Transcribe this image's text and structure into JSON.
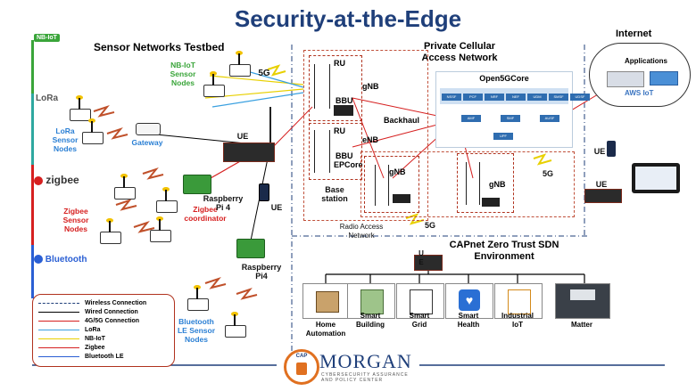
{
  "title": "Security-at-the-Edge",
  "headers": {
    "sensor_testbed": "Sensor Networks Testbed",
    "private_cellular": "Private Cellular\nAccess Network",
    "internet": "Internet",
    "zero_trust": "CAPnet Zero Trust SDN\nEnvironment"
  },
  "protocol_tags": {
    "nbiot": "NB-IoT",
    "lora": "LoRa",
    "zigbee": "zigbee",
    "bluetooth": "Bluetooth"
  },
  "labels": {
    "nbiot_nodes": "NB-IoT\nSensor\nNodes",
    "lora_nodes": "LoRa\nSensor\nNodes",
    "gateway": "Gateway",
    "zigbee_nodes": "Zigbee\nSensor\nNodes",
    "zigbee_coordinator": "Zigbee\ncoordinator",
    "rpi4_a": "Raspberry\nPi 4",
    "rpi4_b": "Raspberry\nPi4",
    "ble_nodes": "Bluetooth\nLE Sensor\nNodes",
    "ue_main": "UE",
    "ue_phone": "UE",
    "ue_right_phone": "UE",
    "ue_right_box": "UE",
    "ue_bottom": "U\nE",
    "g5_top": "5G",
    "g5_right": "5G",
    "g5_bottom": "5G",
    "ru_1": "RU",
    "bbu_1": "BBU",
    "gnb_1": "gNB",
    "ru_2": "RU",
    "bbu_2": "BBU",
    "enb": "eNB",
    "epc": "EPCore",
    "base_station": "Base\nstation",
    "backhaul": "Backhaul",
    "gnb_2": "gNB",
    "gnb_3": "gNB",
    "ran": "Radio Access\nNetwork",
    "open5gcore": "Open5GCore",
    "applications": "Applications",
    "aws_iot": "AWS IoT"
  },
  "core_chips_top": [
    "NSSF",
    "PCF",
    "NRF",
    "NEF",
    "UDM",
    "SMSF",
    "UDSF"
  ],
  "core_chips_mid": [
    "AMF",
    "SMF",
    "AUSF"
  ],
  "core_chips_bot": [
    "UPF"
  ],
  "services": [
    {
      "label": "Home\nAutomation",
      "icon": "home-icon"
    },
    {
      "label": "Smart\nBuilding",
      "icon": "building-icon"
    },
    {
      "label": "Smart\nGrid",
      "icon": "power-grid-icon"
    },
    {
      "label": "Smart\nHealth",
      "icon": "heart-icon"
    },
    {
      "label": "Industrial\nIoT",
      "icon": "robot-arm-icon"
    },
    {
      "label": "Matter",
      "icon": "smart-home-hub-icon"
    }
  ],
  "legend": [
    {
      "label": "Wireless Connection",
      "color": "#1f3f7a",
      "style": "dashdot"
    },
    {
      "label": "Wired Connection",
      "color": "#000000",
      "style": "solid"
    },
    {
      "label": "4G/5G Connection",
      "color": "#d62020",
      "style": "solid"
    },
    {
      "label": "LoRa",
      "color": "#3aa0e0",
      "style": "solid"
    },
    {
      "label": "NB-IoT",
      "color": "#e8d000",
      "style": "solid"
    },
    {
      "label": "Zigbee",
      "color": "#d62020",
      "style": "solid"
    },
    {
      "label": "Bluetooth LE",
      "color": "#2a5fd4",
      "style": "solid"
    }
  ],
  "morgan": {
    "name": "MORGAN",
    "sub": "CYBERSECURITY ASSURANCE\nAND POLICY CENTER",
    "seal": "CAP"
  },
  "colors": {
    "title": "#1f3f7a",
    "accent_red": "#b0321e"
  }
}
